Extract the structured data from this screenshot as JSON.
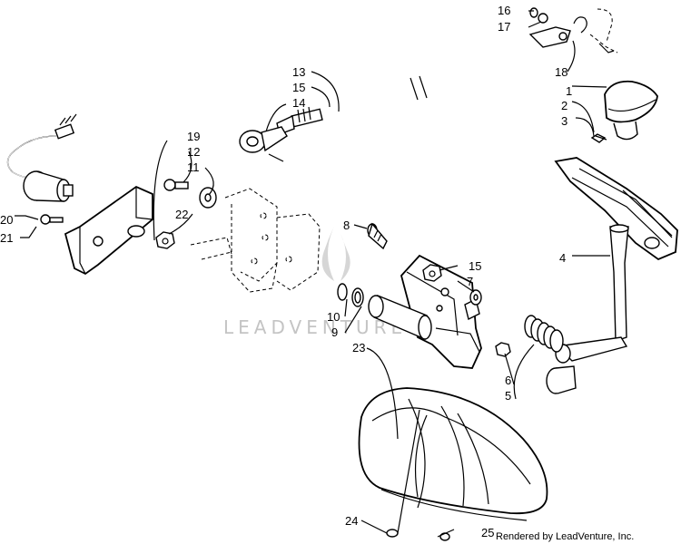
{
  "watermark": {
    "text": "LEADVENTURE"
  },
  "credit": {
    "text": "Rendered by LeadVenture, Inc."
  },
  "callouts": [
    "1",
    "2",
    "3",
    "4",
    "5",
    "6",
    "7",
    "8",
    "9",
    "10",
    "11",
    "12",
    "13",
    "14",
    "15",
    "15",
    "16",
    "17",
    "18",
    "19",
    "20",
    "21",
    "22",
    "23",
    "24",
    "25"
  ]
}
